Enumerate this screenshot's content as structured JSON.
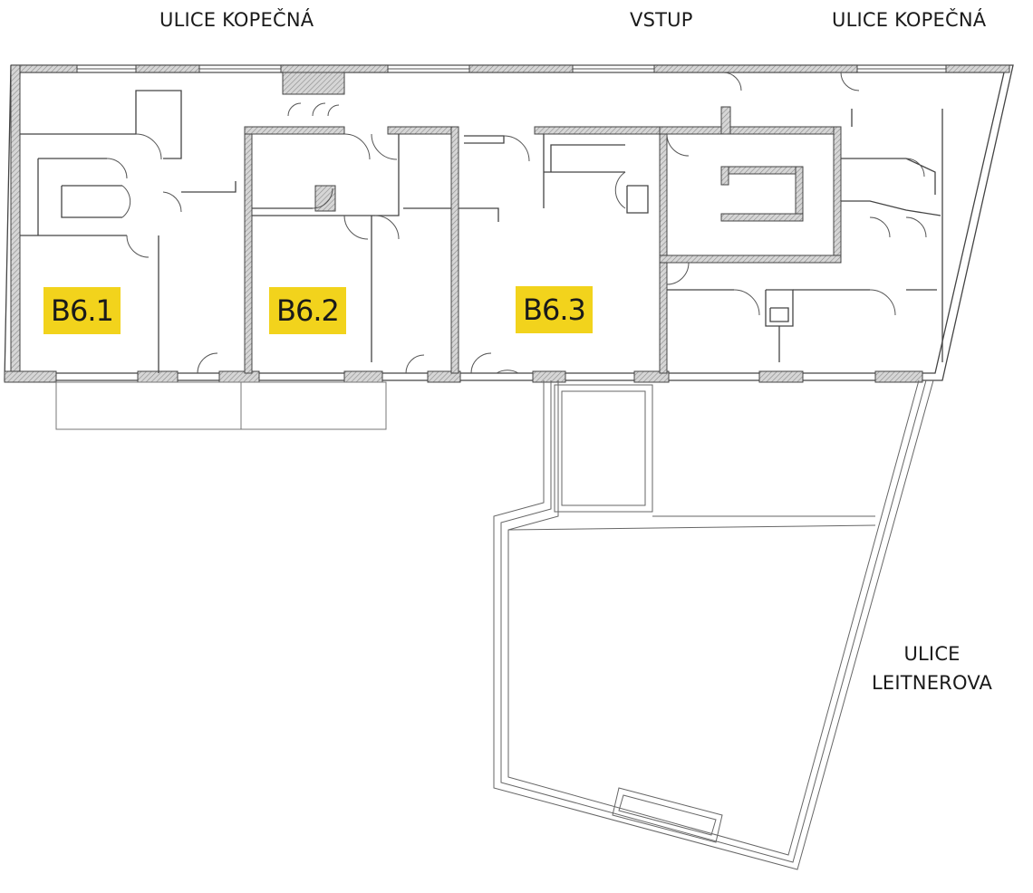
{
  "streets": {
    "north_left": "ULICE KOPEČNÁ",
    "entrance": "VSTUP",
    "north_right": "ULICE KOPEČNÁ",
    "east_line1": "ULICE",
    "east_line2": "LEITNEROVA"
  },
  "units": [
    "B6.1",
    "B6.2",
    "B6.3"
  ],
  "colors": {
    "unit_label_bg": "#f2d31c",
    "wall_hatch": "#9a9a9a",
    "line": "#444444"
  }
}
